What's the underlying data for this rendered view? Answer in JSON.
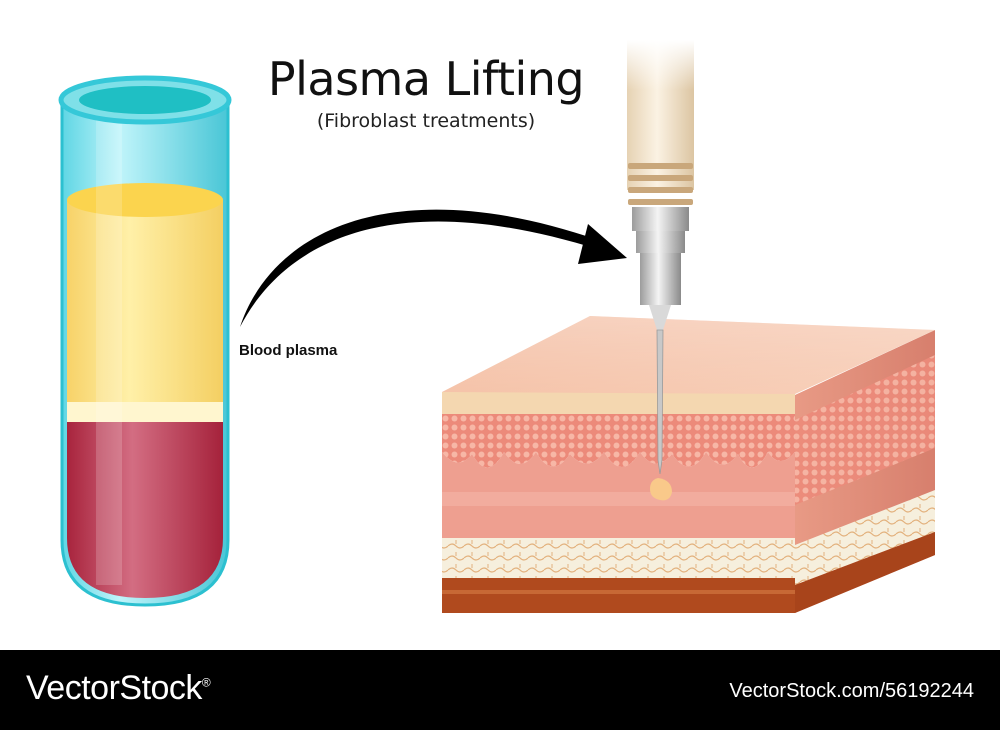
{
  "diagram": {
    "title": "Plasma Lifting",
    "subtitle": "(Fibroblast treatments)",
    "labels": {
      "plasma": "Blood plasma"
    }
  },
  "footer": {
    "brand": "VectorStock",
    "registered_mark": "®",
    "stock_id": "VectorStock.com/56192244"
  },
  "colors": {
    "tube_glass": "#8fe7f2",
    "tube_rim": "#35c8d8",
    "plasma_yellow": "#fde58a",
    "buffy_coat": "#fff6cf",
    "red_cells": "#b8334b",
    "skin_surface": "#f6b99a",
    "dermis": "#ef9a8c",
    "fat_layer": "#f3ead4",
    "muscle": "#b94a1f",
    "arrow": "#000000",
    "footer_bg": "#000000"
  },
  "icons": [
    "test-tube",
    "syringe-needle",
    "curved-arrow",
    "skin-cross-section"
  ]
}
